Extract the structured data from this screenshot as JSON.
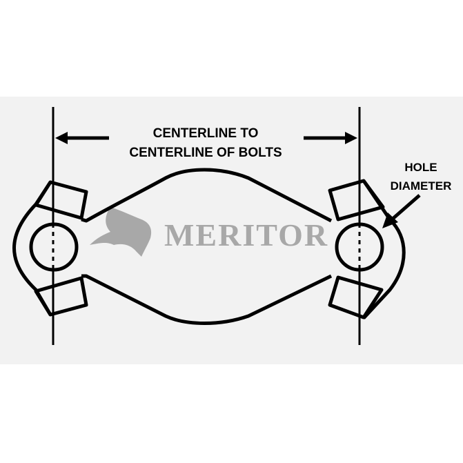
{
  "dimension_label": {
    "line1": "CENTERLINE TO",
    "line2": "CENTERLINE OF BOLTS"
  },
  "hole_label": {
    "line1": "HOLE",
    "line2": "DIAMETER"
  },
  "watermark": {
    "text": "MERITOR",
    "icon": "bull-logo-icon"
  },
  "colors": {
    "band": "#f2f2f2",
    "stroke": "#000000",
    "watermark": "#a8a8a8"
  }
}
